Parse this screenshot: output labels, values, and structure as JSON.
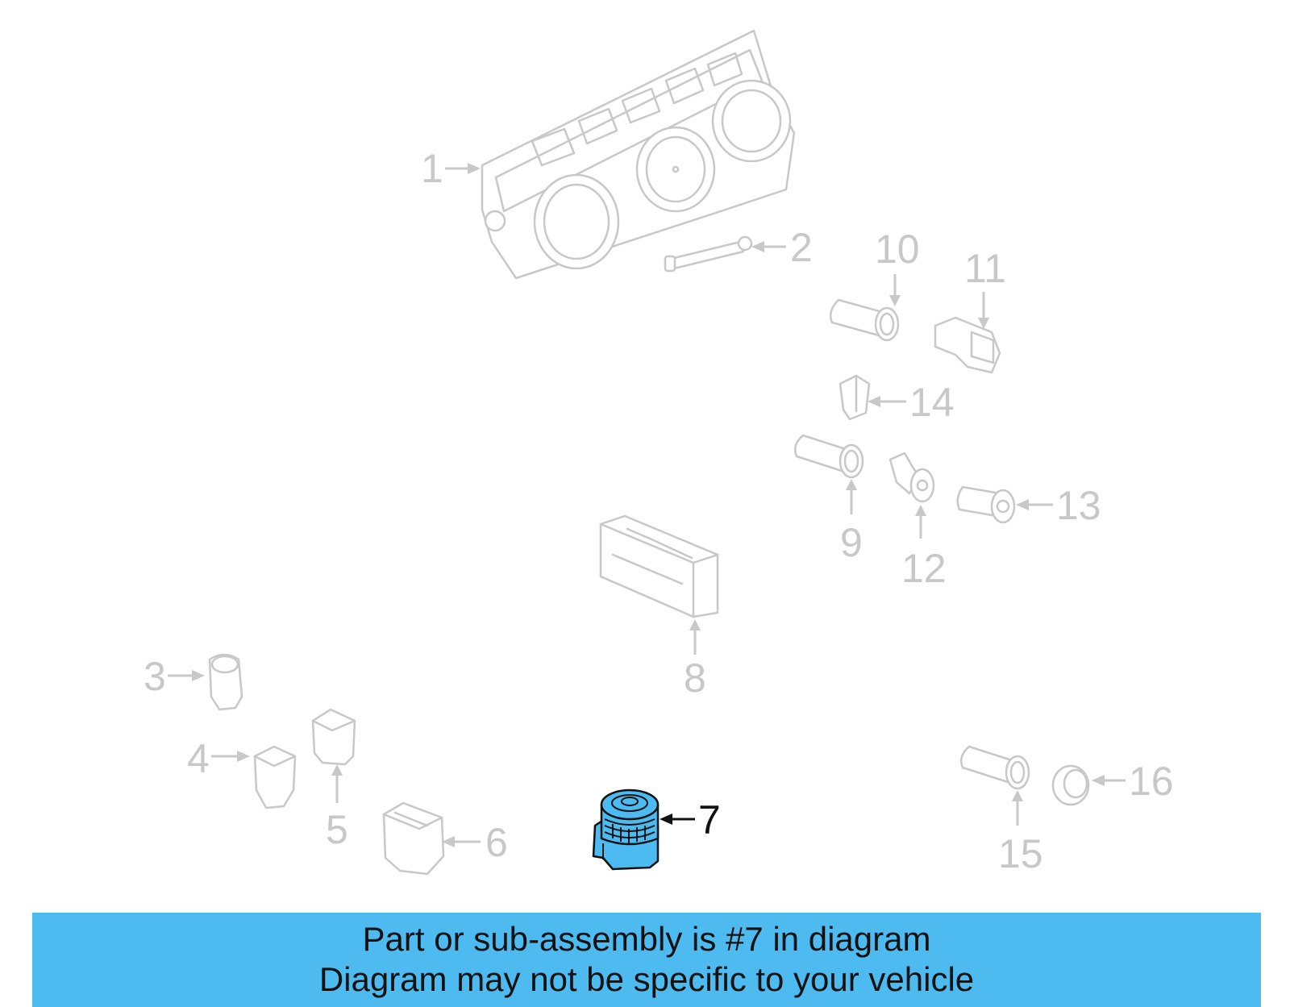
{
  "diagram": {
    "highlighted_callout": "7",
    "callouts": [
      "1",
      "2",
      "3",
      "4",
      "5",
      "6",
      "7",
      "8",
      "9",
      "10",
      "11",
      "12",
      "13",
      "14",
      "15",
      "16"
    ]
  },
  "banner": {
    "line1": "Part or sub-assembly is #7 in diagram",
    "line2": "Diagram may not be specific to your vehicle",
    "background_color": "#4dbaf0"
  },
  "colors": {
    "part_outline": "#c8c8c8",
    "highlight_fill": "#4bbbf1",
    "highlight_outline": "#111111"
  }
}
